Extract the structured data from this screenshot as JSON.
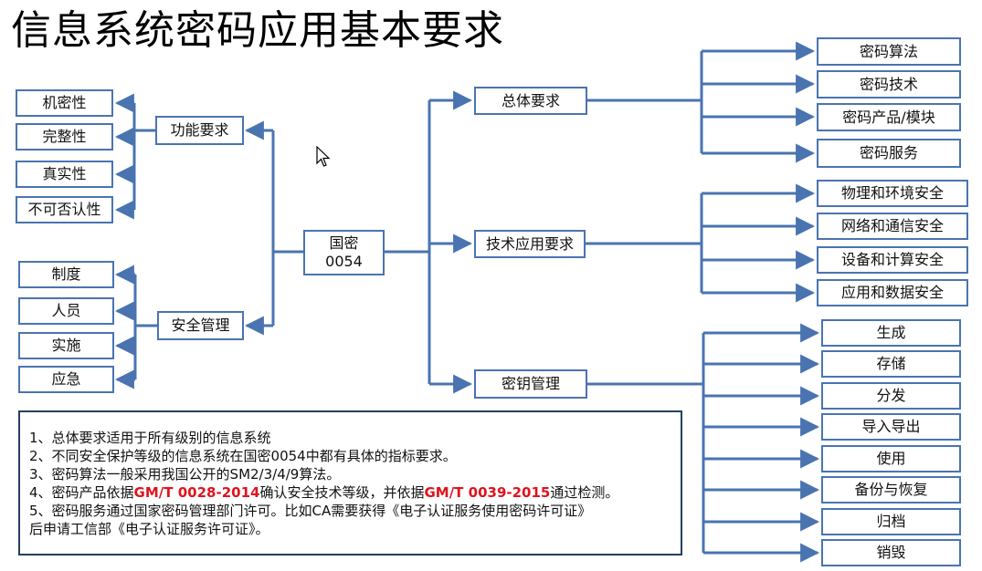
{
  "title": "信息系统密码应用基本要求",
  "colors": {
    "line": "#4a74b0",
    "box_border": "#4a74b0",
    "notes_border": "#243e64",
    "highlight": "#e0141e"
  },
  "center": {
    "line1": "国密",
    "line2": "0054"
  },
  "left": {
    "functional": {
      "label": "功能要求",
      "items": [
        "机密性",
        "完整性",
        "真实性",
        "不可否认性"
      ]
    },
    "security_mgmt": {
      "label": "安全管理",
      "items": [
        "制度",
        "人员",
        "实施",
        "应急"
      ]
    }
  },
  "right": {
    "general": {
      "label": "总体要求",
      "items": [
        "密码算法",
        "密码技术",
        "密码产品/模块",
        "密码服务"
      ]
    },
    "technical": {
      "label": "技术应用要求",
      "items": [
        "物理和环境安全",
        "网络和通信安全",
        "设备和计算安全",
        "应用和数据安全"
      ]
    },
    "key_mgmt": {
      "label": "密钥管理",
      "items": [
        "生成",
        "存储",
        "分发",
        "导入导出",
        "使用",
        "备份与恢复",
        "归档",
        "销毁"
      ]
    }
  },
  "notes": {
    "line1": "1、总体要求适用于所有级别的信息系统",
    "line2": "2、不同安全保护等级的信息系统在国密0054中都有具体的指标要求。",
    "line3": "3、密码算法一般采用我国公开的SM2/3/4/9算法。",
    "line4_a": "4、密码产品依据",
    "line4_b": "GM/T 0028-2014",
    "line4_c": "确认安全技术等级，并依据",
    "line4_d": "GM/T 0039-2015",
    "line4_e": "通过检测。",
    "line5": "5、密码服务通过国家密码管理部门许可。比如CA需要获得《电子认证服务使用密码许可证》",
    "line6": "后申请工信部《电子认证服务许可证》。"
  }
}
